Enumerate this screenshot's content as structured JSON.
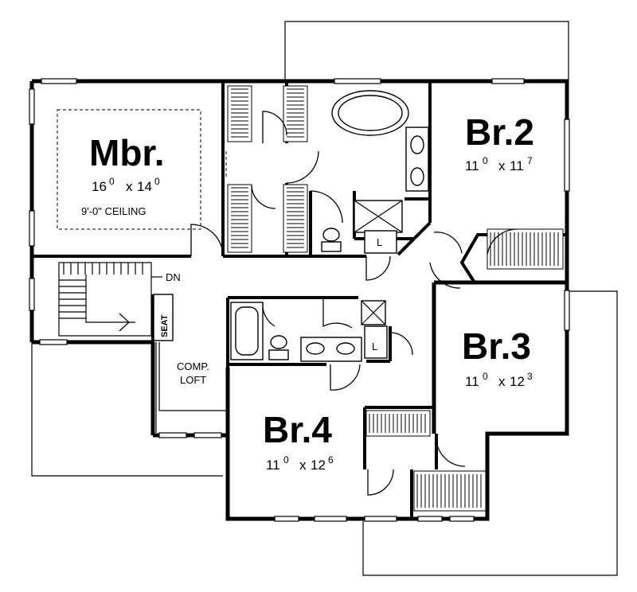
{
  "rooms": {
    "mbr": {
      "name": "Mbr.",
      "w": "16",
      "w_sup": "0",
      "x": "x",
      "h": "14",
      "h_sup": "0",
      "note": "9'-0\" CEILING"
    },
    "br2": {
      "name": "Br.2",
      "w": "11",
      "w_sup": "0",
      "x": "x",
      "h": "11",
      "h_sup": "7"
    },
    "br3": {
      "name": "Br.3",
      "w": "11",
      "w_sup": "0",
      "x": "x",
      "h": "12",
      "h_sup": "3"
    },
    "br4": {
      "name": "Br.4",
      "w": "11",
      "w_sup": "0",
      "x": "x",
      "h": "12",
      "h_sup": "6"
    }
  },
  "labels": {
    "dn": "DN",
    "seat": "SEAT",
    "comp": "COMP.",
    "loft": "LOFT",
    "linen1": "L",
    "linen2": "L"
  }
}
